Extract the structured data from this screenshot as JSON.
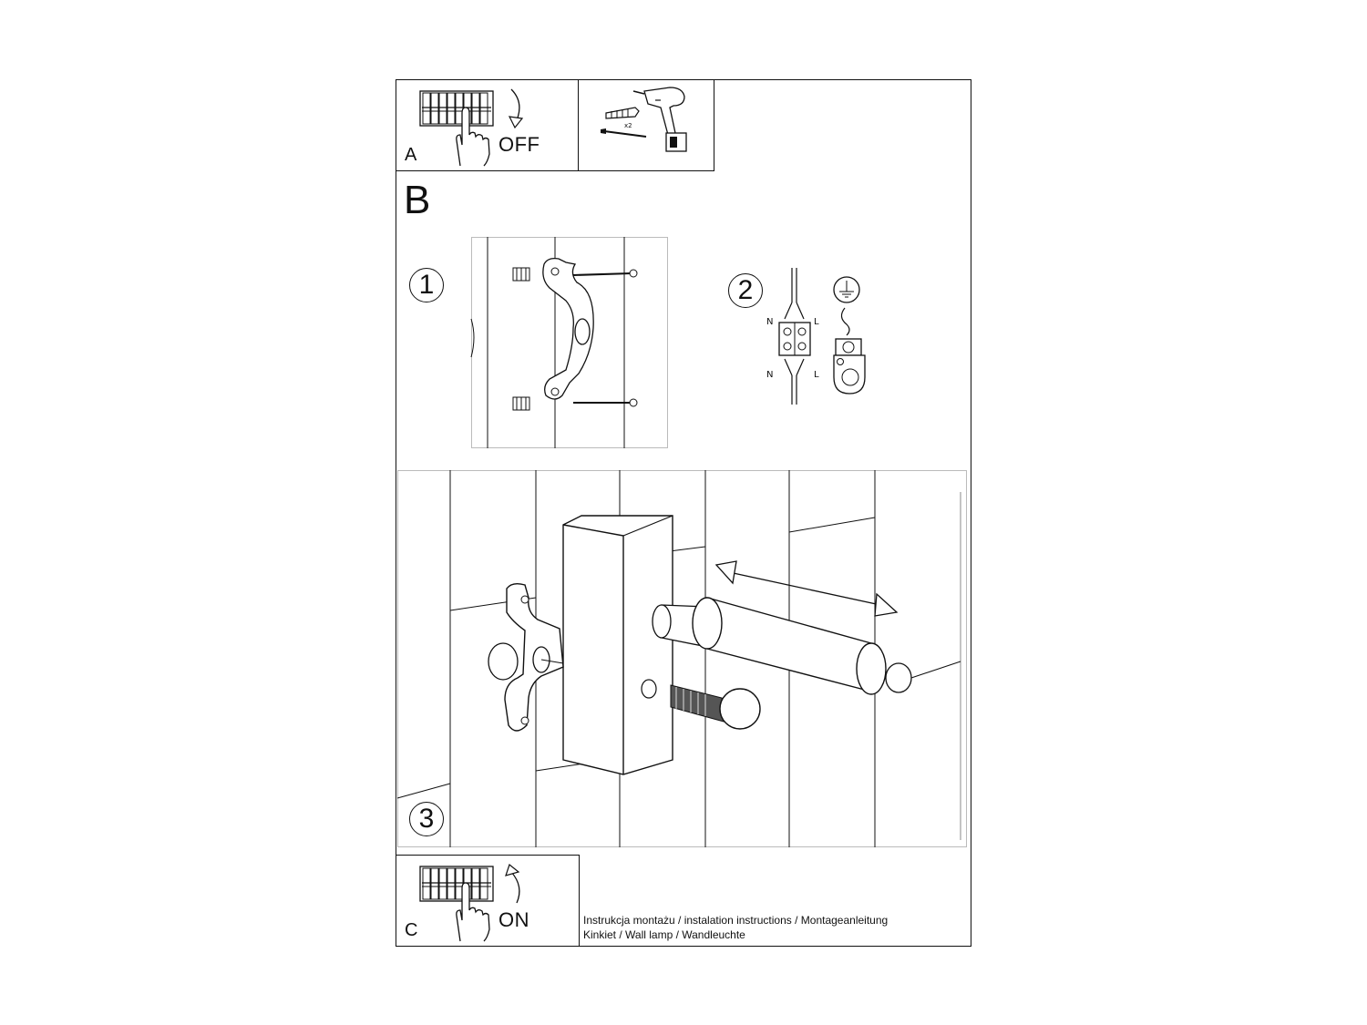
{
  "steps": {
    "a": {
      "letter": "A",
      "state_label": "OFF",
      "drill_qty": "x2"
    },
    "b": {
      "letter": "B"
    },
    "c": {
      "letter": "C",
      "state_label": "ON"
    }
  },
  "panels": {
    "step1": {
      "number": "1"
    },
    "step2": {
      "number": "2",
      "wire_labels": [
        "N",
        "L",
        "N",
        "L"
      ]
    },
    "step3": {
      "number": "3"
    }
  },
  "footer": {
    "line1": "Instrukcja montażu / instalation instructions / Montageanleitung",
    "line2": "Kinkiet / Wall lamp / Wandleuchte"
  },
  "icons": [
    "circuit-breaker-icon",
    "hand-icon",
    "rotate-arrow-icon",
    "drill-icon",
    "wall-plug-icon",
    "screw-icon",
    "ground-symbol-icon",
    "terminal-block-icon",
    "lamp-body-icon",
    "bracket-icon"
  ]
}
